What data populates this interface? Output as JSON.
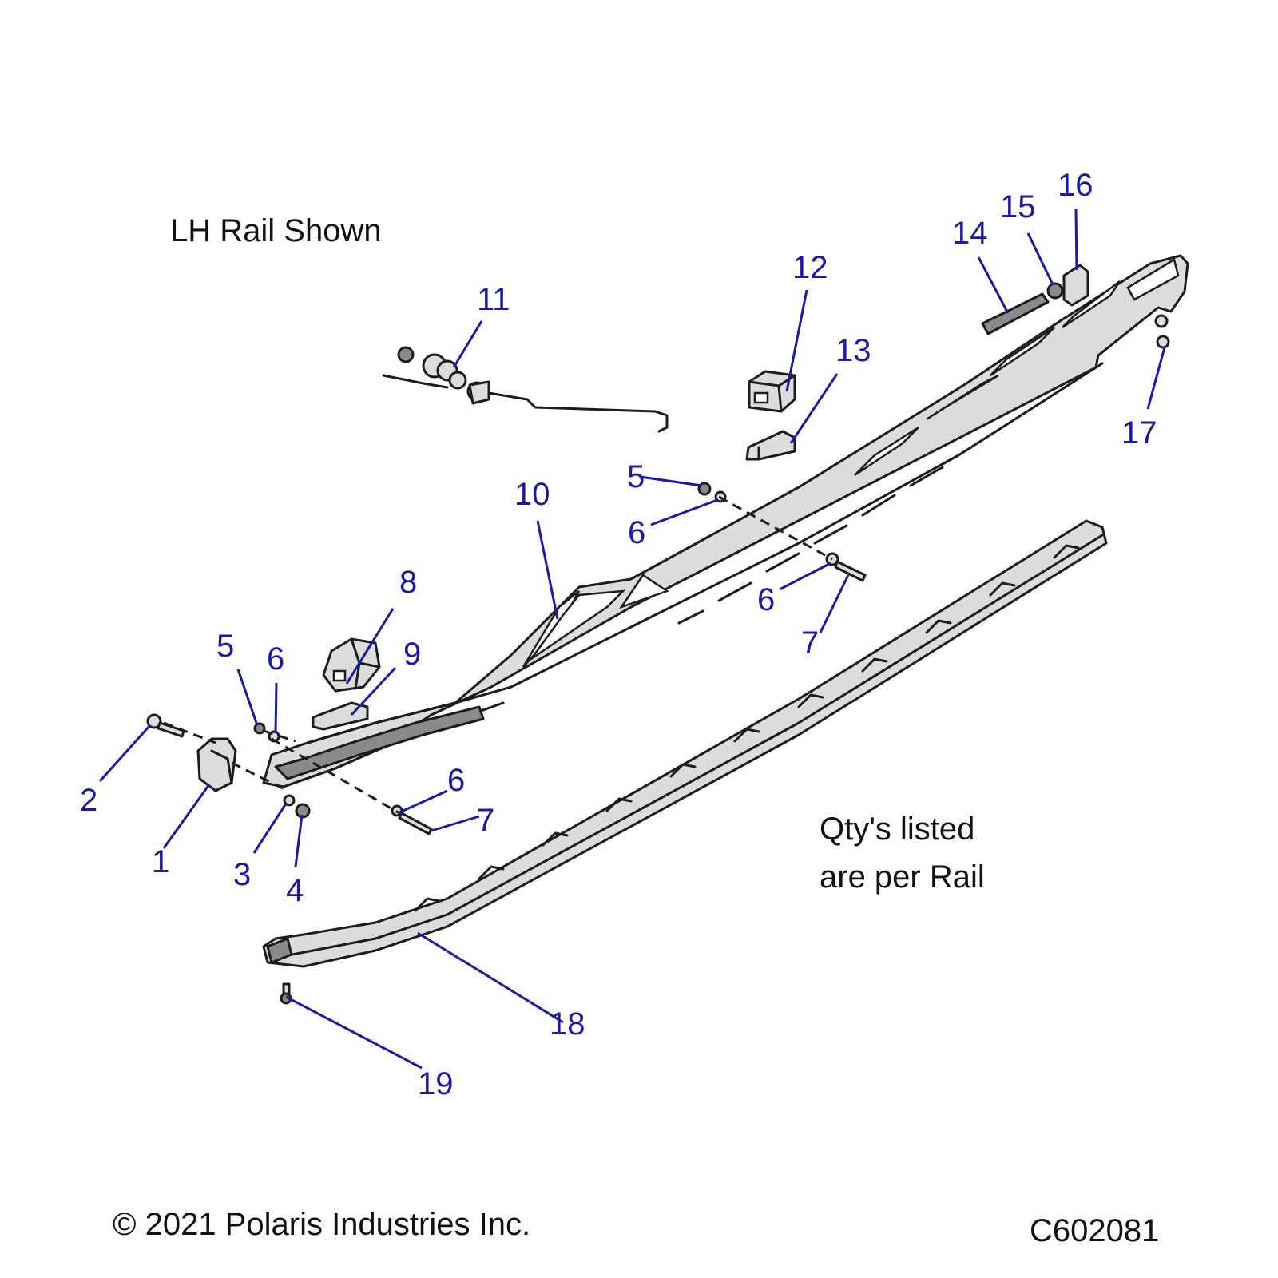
{
  "notes": {
    "view_label": "LH Rail Shown",
    "qty_line1": "Qty's listed",
    "qty_line2": "are per Rail",
    "copyright": "© 2021 Polaris Industries Inc.",
    "diagram_code": "C602081"
  },
  "callouts": {
    "c1": "1",
    "c2": "2",
    "c3": "3",
    "c4": "4",
    "c5a": "5",
    "c5b": "5",
    "c6a": "6",
    "c6b": "6",
    "c6c": "6",
    "c7a": "7",
    "c7b": "7",
    "c8": "8",
    "c9": "9",
    "c10": "10",
    "c11": "11",
    "c12": "12",
    "c13": "13",
    "c14": "14",
    "c15": "15",
    "c16": "16",
    "c17": "17",
    "c18": "18",
    "c19": "19"
  },
  "colors": {
    "callout": "#1a1aa8",
    "line_art": "#1c1c1c",
    "part_fill": "#dcdcdc"
  }
}
